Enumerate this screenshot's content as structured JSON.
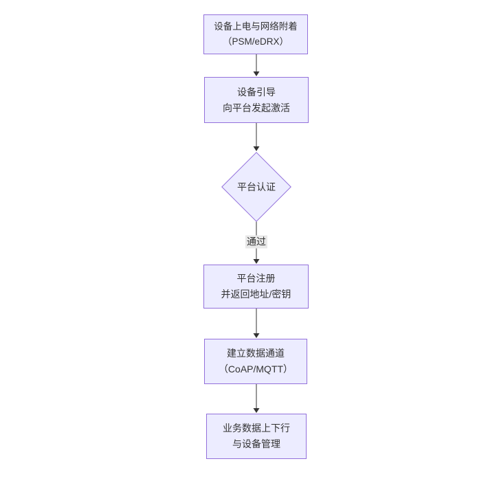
{
  "diagram": {
    "type": "flowchart-top-down",
    "colors": {
      "node_fill": "#ECECFF",
      "node_border": "#9370DB",
      "text": "#333333",
      "edge": "#333333",
      "edge_label_bg": "#e8e8e8",
      "background": "#ffffff"
    },
    "nodes": [
      {
        "id": "power-attach",
        "type": "rect",
        "lines": [
          "设备上电与网络附着",
          "（PSM/eDRX）"
        ]
      },
      {
        "id": "bootstrap",
        "type": "rect",
        "lines": [
          "设备引导",
          "向平台发起激活"
        ]
      },
      {
        "id": "auth",
        "type": "diamond",
        "lines": [
          "平台认证"
        ]
      },
      {
        "id": "register",
        "type": "rect",
        "lines": [
          "平台注册",
          "并返回地址/密钥"
        ]
      },
      {
        "id": "channel",
        "type": "rect",
        "lines": [
          "建立数据通道",
          "（CoAP/MQTT）"
        ]
      },
      {
        "id": "business",
        "type": "rect",
        "lines": [
          "业务数据上下行",
          "与设备管理"
        ]
      }
    ],
    "edges": [
      {
        "from": "power-attach",
        "to": "bootstrap",
        "label": ""
      },
      {
        "from": "bootstrap",
        "to": "auth",
        "label": ""
      },
      {
        "from": "auth",
        "to": "register",
        "label": "通过"
      },
      {
        "from": "register",
        "to": "channel",
        "label": ""
      },
      {
        "from": "channel",
        "to": "business",
        "label": ""
      }
    ]
  }
}
